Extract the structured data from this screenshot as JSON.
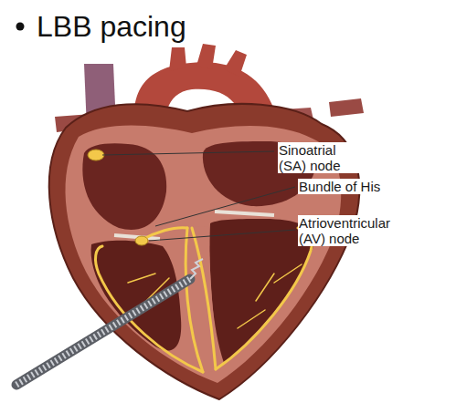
{
  "diagram": {
    "title": "LBB pacing",
    "labels": [
      "Sinoatrial (SA) node",
      "Bundle of His",
      "Atrioventricular (AV) node"
    ]
  }
}
